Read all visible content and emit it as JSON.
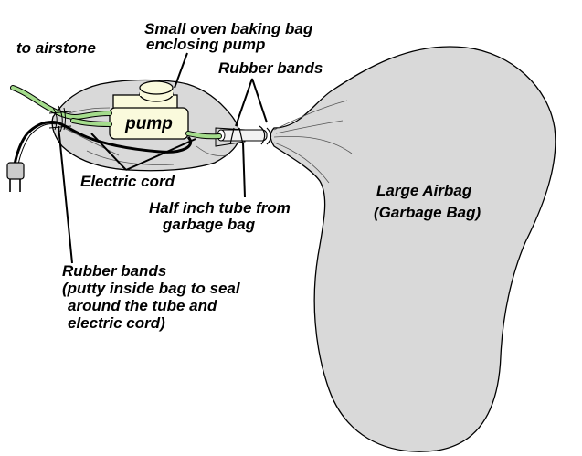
{
  "labels": {
    "to_airstone": "to airstone",
    "baking_bag_line1": "Small oven baking bag",
    "baking_bag_line2": "enclosing pump",
    "rubber_bands_top": "Rubber bands",
    "pump": "pump",
    "electric_cord": "Electric cord",
    "tube_line1": "Half inch tube from",
    "tube_line2": "garbage bag",
    "airbag_line1": "Large Airbag",
    "airbag_line2": "(Garbage Bag)",
    "rubber_bands_left_line1": "Rubber bands",
    "rubber_bands_left_line2": "(putty inside bag to seal",
    "rubber_bands_left_line3": "around the tube and",
    "rubber_bands_left_line4": "electric cord)"
  },
  "colors": {
    "bag_fill": "#d9d9d9",
    "pump_fill": "#fafadc",
    "tube_green": "#a4dc8c",
    "outline": "#000000"
  }
}
